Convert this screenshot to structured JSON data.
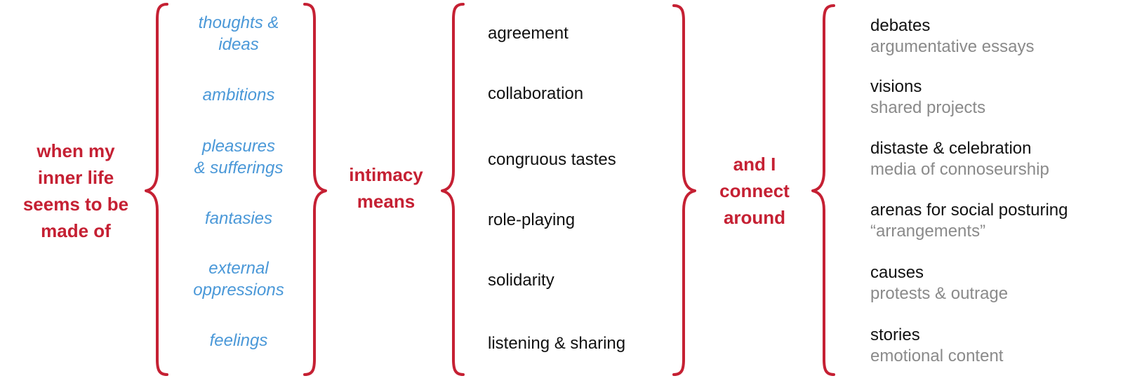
{
  "colors": {
    "red": "#c52033",
    "blue": "#4a98d8",
    "black": "#111111",
    "gray": "#8a8a8a"
  },
  "left_label": "when my\ninner life\nseems to be\nmade of",
  "inner_life_items": [
    "thoughts &\nideas",
    "ambitions",
    "pleasures\n& sufferings",
    "fantasies",
    "external\noppressions",
    "feelings"
  ],
  "middle_label": "intimacy\nmeans",
  "intimacy_items": [
    "agreement",
    "collaboration",
    "congruous tastes",
    "role-playing",
    "solidarity",
    "listening & sharing"
  ],
  "right_label": "and I\nconnect\naround",
  "connect_items": [
    {
      "title": "debates",
      "sub": "argumentative essays"
    },
    {
      "title": "visions",
      "sub": "shared projects"
    },
    {
      "title": "distaste & celebration",
      "sub": "media of connoseurship"
    },
    {
      "title": "arenas for social posturing",
      "sub": "“arrangements”"
    },
    {
      "title": "causes",
      "sub": "protests & outrage"
    },
    {
      "title": "stories",
      "sub": "emotional content"
    }
  ]
}
